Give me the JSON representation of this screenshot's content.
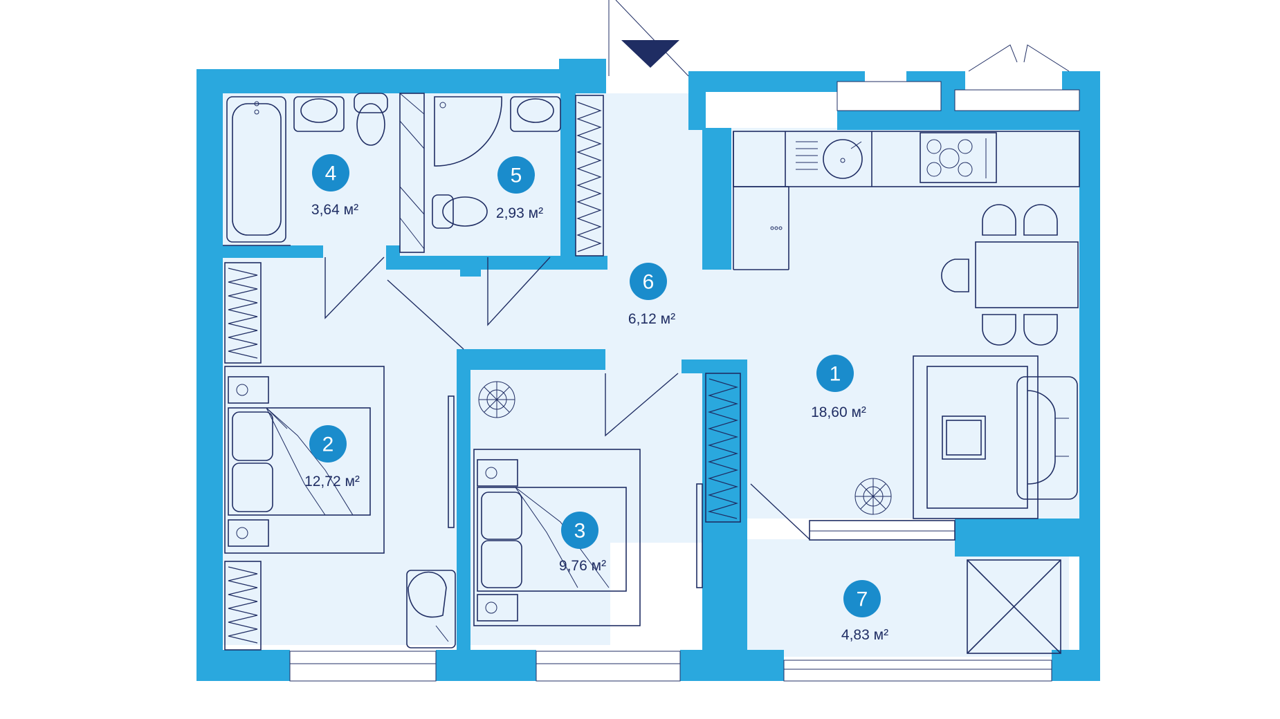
{
  "floor_plan": {
    "colors": {
      "wall": "#2aa8de",
      "floor": "#e8f3fc",
      "badge": "#1a8ccc",
      "line": "#1f2d63",
      "entrance_marker": "#1f2d63"
    },
    "rooms": [
      {
        "number": "1",
        "area": "18,60 м²"
      },
      {
        "number": "2",
        "area": "12,72 м²"
      },
      {
        "number": "3",
        "area": "9,76 м²"
      },
      {
        "number": "4",
        "area": "3,64 м²"
      },
      {
        "number": "5",
        "area": "2,93 м²"
      },
      {
        "number": "6",
        "area": "6,12 м²"
      },
      {
        "number": "7",
        "area": "4,83 м²"
      }
    ]
  }
}
